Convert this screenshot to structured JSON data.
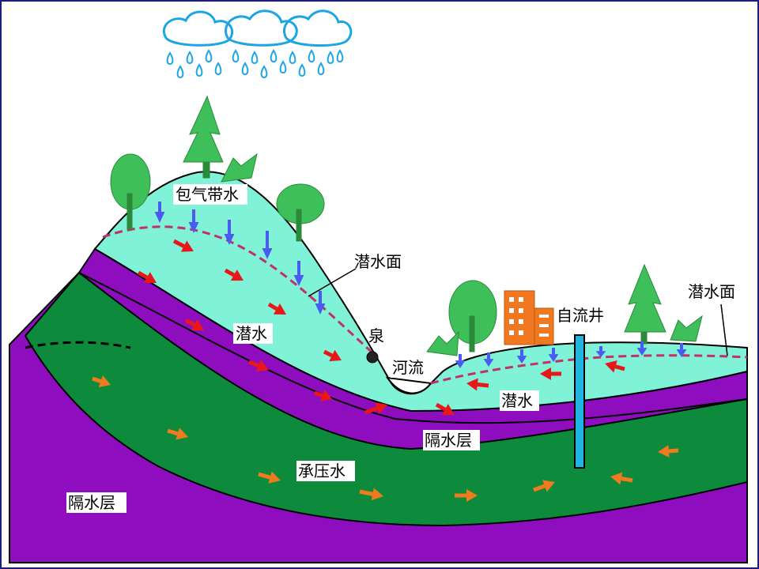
{
  "labels": {
    "vadose_water": "包气带水",
    "water_table_left": "潜水面",
    "water_table_right": "潜水面",
    "spring": "泉",
    "river": "河流",
    "artesian_well": "自流井",
    "phreatic_water_left": "潜水",
    "phreatic_water_right": "潜水",
    "aquiclude_middle": "隔水层",
    "aquiclude_bottom": "隔水层",
    "confined_water": "承压水"
  },
  "colors": {
    "aquiclude": "#8e0dbf",
    "confined_aquifer": "#0e8a3c",
    "phreatic_aquifer": "#7ff2d8",
    "rain_cloud": "#1ba6e3",
    "recharge_arrow": "#4a5bf0",
    "flow_arrow_phreatic": "#e81818",
    "flow_arrow_confined": "#f07a1e",
    "water_table_line": "#c0306a",
    "well": "#1fb5e0",
    "tree": "#3fbf5a",
    "building": "#f07820",
    "frame": "#1c1c7a"
  },
  "icons": [
    "rain-cloud-icon",
    "tree-icon",
    "building-icon",
    "spring-icon",
    "well-icon"
  ]
}
